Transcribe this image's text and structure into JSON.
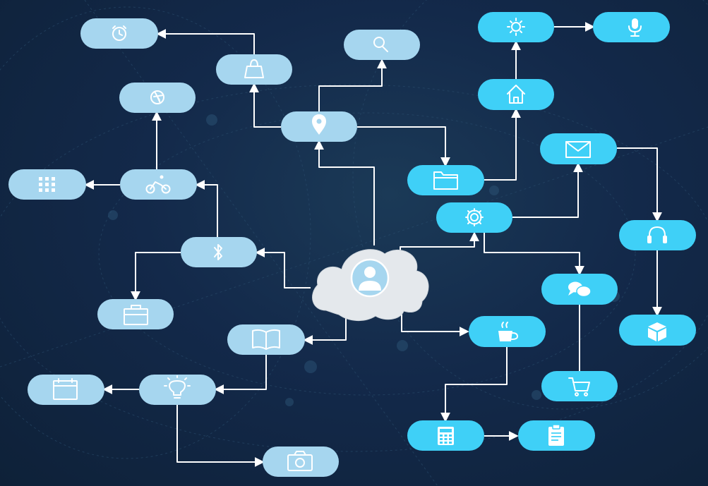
{
  "colors": {
    "background": "#13294a",
    "node_light": "#a6d6ef",
    "node_bright": "#3fd0f7",
    "edge": "#ffffff",
    "cloud": "#e4e8ec",
    "cloud_center": "#a6d6ef"
  },
  "center": {
    "name": "cloud-user",
    "icon": "user-icon"
  },
  "nodes": [
    {
      "name": "alarm",
      "icon": "alarm-clock-icon",
      "style": "light"
    },
    {
      "name": "bag",
      "icon": "shopping-bag-icon",
      "style": "light"
    },
    {
      "name": "search",
      "icon": "search-icon",
      "style": "light"
    },
    {
      "name": "location",
      "icon": "location-pin-icon",
      "style": "light"
    },
    {
      "name": "aperture",
      "icon": "camera-aperture-icon",
      "style": "light"
    },
    {
      "name": "grid",
      "icon": "grid-icon",
      "style": "light"
    },
    {
      "name": "cycling",
      "icon": "bicycle-icon",
      "style": "light"
    },
    {
      "name": "bluetooth",
      "icon": "bluetooth-icon",
      "style": "light"
    },
    {
      "name": "briefcase",
      "icon": "briefcase-icon",
      "style": "light"
    },
    {
      "name": "book",
      "icon": "open-book-icon",
      "style": "light"
    },
    {
      "name": "calendar",
      "icon": "calendar-icon",
      "style": "light"
    },
    {
      "name": "bulb",
      "icon": "lightbulb-icon",
      "style": "light"
    },
    {
      "name": "camera",
      "icon": "camera-icon",
      "style": "light"
    },
    {
      "name": "brightness",
      "icon": "brightness-icon",
      "style": "bright"
    },
    {
      "name": "mic",
      "icon": "microphone-icon",
      "style": "bright"
    },
    {
      "name": "home",
      "icon": "home-icon",
      "style": "bright"
    },
    {
      "name": "folder",
      "icon": "folder-icon",
      "style": "bright"
    },
    {
      "name": "mail",
      "icon": "mail-icon",
      "style": "bright"
    },
    {
      "name": "settings",
      "icon": "gear-icon",
      "style": "bright"
    },
    {
      "name": "headphones",
      "icon": "headphones-icon",
      "style": "bright"
    },
    {
      "name": "chat",
      "icon": "chat-bubbles-icon",
      "style": "bright"
    },
    {
      "name": "cube",
      "icon": "cube-icon",
      "style": "bright"
    },
    {
      "name": "coffee",
      "icon": "coffee-cup-icon",
      "style": "bright"
    },
    {
      "name": "cart",
      "icon": "shopping-cart-icon",
      "style": "bright"
    },
    {
      "name": "calculator",
      "icon": "calculator-icon",
      "style": "bright"
    },
    {
      "name": "clipboard",
      "icon": "clipboard-icon",
      "style": "bright"
    }
  ],
  "edges": [
    [
      "bag",
      "alarm"
    ],
    [
      "location",
      "bag"
    ],
    [
      "location",
      "search"
    ],
    [
      "location",
      "folder"
    ],
    [
      "cloud-user",
      "location"
    ],
    [
      "cycling",
      "aperture"
    ],
    [
      "cycling",
      "grid"
    ],
    [
      "bluetooth",
      "cycling"
    ],
    [
      "cloud-user",
      "bluetooth"
    ],
    [
      "bluetooth",
      "briefcase"
    ],
    [
      "cloud-user",
      "book"
    ],
    [
      "book",
      "bulb"
    ],
    [
      "bulb",
      "calendar"
    ],
    [
      "bulb",
      "camera"
    ],
    [
      "folder",
      "home"
    ],
    [
      "home",
      "brightness"
    ],
    [
      "brightness",
      "mic"
    ],
    [
      "cloud-user",
      "settings"
    ],
    [
      "settings",
      "mail"
    ],
    [
      "mail",
      "headphones"
    ],
    [
      "headphones",
      "cube"
    ],
    [
      "settings",
      "chat"
    ],
    [
      "cart",
      "chat"
    ],
    [
      "cloud-user",
      "coffee"
    ],
    [
      "coffee",
      "calculator"
    ],
    [
      "calculator",
      "clipboard"
    ]
  ]
}
